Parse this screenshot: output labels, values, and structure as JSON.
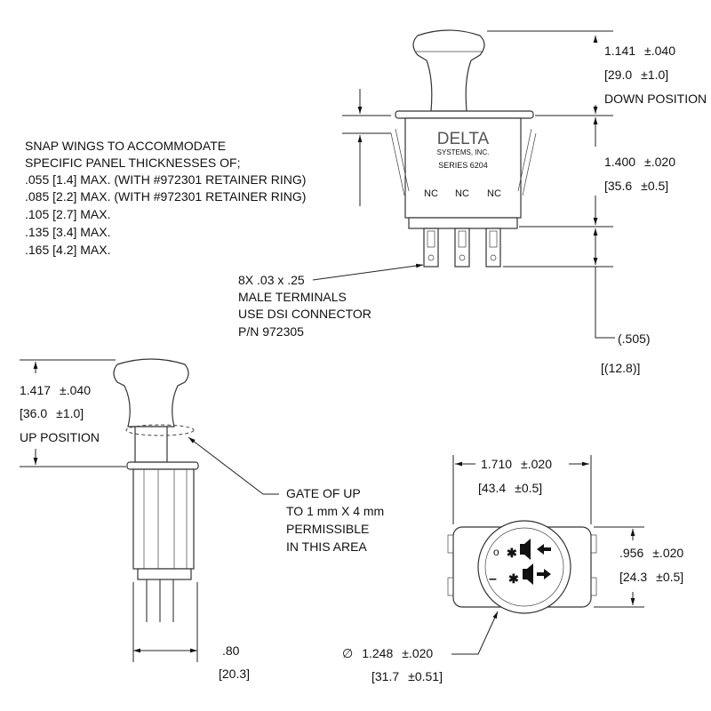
{
  "top_view": {
    "brand": "DELTA",
    "brand_sub": "SYSTEMS, INC.",
    "series": "SERIES 6204",
    "terminal_labels": [
      "NC",
      "NC",
      "NC"
    ],
    "dim_knob": {
      "value": "1.141",
      "tol": "±.040",
      "metric": "29.0",
      "metric_tol": "±1.0",
      "note": "DOWN POSITION"
    },
    "dim_body": {
      "value": "1.400",
      "tol": "±.020",
      "metric": "35.6",
      "metric_tol": "±0.5"
    },
    "dim_terminal": {
      "value": ".505",
      "metric": "12.8"
    },
    "snap_note": [
      "SNAP WINGS TO ACCOMMODATE",
      "SPECIFIC PANEL THICKNESSES OF;",
      ".055 [1.4] MAX. (WITH #972301 RETAINER RING)",
      ".085 [2.2] MAX. (WITH #972301 RETAINER RING)",
      ".105 [2.7] MAX.",
      ".135 [3.4] MAX.",
      ".165 [4.2] MAX."
    ],
    "terminal_note": [
      "8X .03 x .25",
      "MALE TERMINALS",
      "USE DSI CONNECTOR",
      "P/N 972305"
    ]
  },
  "side_view": {
    "dim_knob": {
      "value": "1.417",
      "tol": "±.040",
      "metric": "36.0",
      "metric_tol": "±1.0",
      "note": "UP POSITION"
    },
    "gate_note": [
      "GATE OF UP",
      "TO 1 mm X 4 mm",
      "PERMISSIBLE",
      "IN THIS AREA"
    ],
    "dim_width": {
      "value": ".80",
      "metric": "20.3"
    }
  },
  "bottom_view": {
    "dim_width": {
      "value": "1.710",
      "tol": "±.020",
      "metric": "43.4",
      "metric_tol": "±0.5"
    },
    "dim_height": {
      "value": ".956",
      "tol": "±.020",
      "metric": "24.3",
      "metric_tol": "±0.5"
    },
    "dim_diameter": {
      "symbol": "∅",
      "value": "1.248",
      "tol": "±.020",
      "metric": "31.7",
      "metric_tol": "±0.51"
    },
    "symbols": {
      "off": "o",
      "run": "–"
    }
  }
}
